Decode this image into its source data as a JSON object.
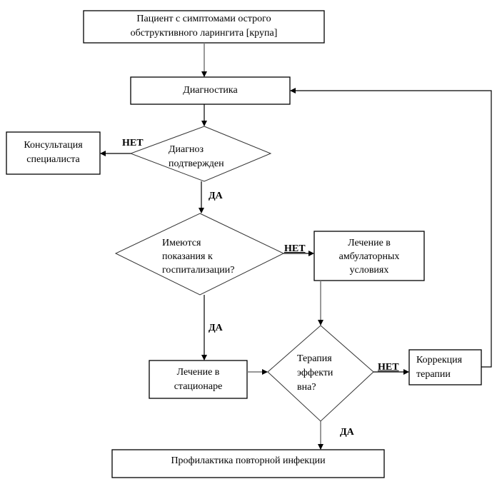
{
  "diagram": {
    "title": "",
    "nodes": {
      "patient": {
        "type": "process",
        "lines": [
          "Пациент с симптомами острого",
          "обструктивного ларингита [крупа]"
        ]
      },
      "diagnostics": {
        "type": "process",
        "lines": [
          "Диагностика"
        ]
      },
      "diagnosis_confirmed": {
        "type": "decision",
        "lines": [
          "Диагноз",
          "подтвержден"
        ]
      },
      "specialist_consult": {
        "type": "process",
        "lines": [
          "Консультация",
          "специалиста"
        ]
      },
      "hospitalization_indicated": {
        "type": "decision",
        "lines": [
          "Имеются",
          "показания к",
          "госпитализации?"
        ]
      },
      "outpatient_treatment": {
        "type": "process",
        "lines": [
          "Лечение в",
          "амбулаторных",
          "условиях"
        ]
      },
      "inpatient_treatment": {
        "type": "process",
        "lines": [
          "Лечение в",
          "стационаре"
        ]
      },
      "therapy_effective": {
        "type": "decision",
        "lines": [
          "Терапия",
          "эффекти",
          "вна?"
        ]
      },
      "therapy_correction": {
        "type": "process",
        "lines": [
          "Коррекция",
          "терапии"
        ]
      },
      "prevention": {
        "type": "process",
        "lines": [
          "Профилактика повторной инфекции"
        ]
      }
    },
    "edge_labels": {
      "diag_no": "НЕТ",
      "diag_yes": "ДА",
      "hosp_no": "НЕТ",
      "hosp_yes": "ДА",
      "eff_no": "НЕТ",
      "eff_yes": "ДА"
    },
    "edges": [
      {
        "from": "patient",
        "to": "diagnostics",
        "label": ""
      },
      {
        "from": "diagnostics",
        "to": "diagnosis_confirmed",
        "label": ""
      },
      {
        "from": "diagnosis_confirmed",
        "to": "specialist_consult",
        "label": "НЕТ"
      },
      {
        "from": "diagnosis_confirmed",
        "to": "hospitalization_indicated",
        "label": "ДА"
      },
      {
        "from": "hospitalization_indicated",
        "to": "outpatient_treatment",
        "label": "НЕТ"
      },
      {
        "from": "hospitalization_indicated",
        "to": "inpatient_treatment",
        "label": "ДА"
      },
      {
        "from": "outpatient_treatment",
        "to": "therapy_effective",
        "label": ""
      },
      {
        "from": "inpatient_treatment",
        "to": "therapy_effective",
        "label": ""
      },
      {
        "from": "therapy_effective",
        "to": "therapy_correction",
        "label": "НЕТ"
      },
      {
        "from": "therapy_effective",
        "to": "prevention",
        "label": "ДА"
      },
      {
        "from": "therapy_correction",
        "to": "diagnostics",
        "label": ""
      }
    ]
  }
}
